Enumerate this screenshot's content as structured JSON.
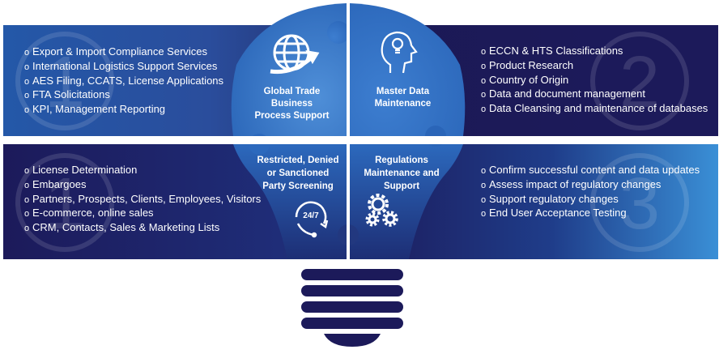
{
  "quadrants": [
    {
      "title": "Global Trade\nBusiness\nProcess Support",
      "icon": "globe-arrow-icon",
      "number": "1",
      "items": [
        "Export & Import Compliance Services",
        "International Logistics Support Services",
        "AES Filing, CCATS, License Applications",
        "FTA Solicitations",
        "KPI, Management Reporting"
      ]
    },
    {
      "title": "Master Data\nMaintenance",
      "icon": "head-lightbulb-icon",
      "number": "2",
      "items": [
        "ECCN & HTS Classifications",
        "Product Research",
        "Country of Origin",
        "Data and document management",
        "Data Cleansing and maintenance of databases"
      ]
    },
    {
      "title": "Restricted, Denied\nor Sanctioned\nParty Screening",
      "icon": "support-24-7-icon",
      "icon_text": "24/7",
      "number": "1",
      "items": [
        "License Determination",
        "Embargoes",
        "Partners, Prospects, Clients, Employees, Visitors",
        "E-commerce, online sales",
        "CRM, Contacts, Sales & Marketing Lists"
      ]
    },
    {
      "title": "Regulations\nMaintenance  and\nSupport",
      "icon": "gears-icon",
      "number": "3",
      "items": [
        "Confirm successful content and data updates",
        "Assess impact of regulatory changes",
        "Support regulatory changes",
        "End User Acceptance Testing"
      ]
    }
  ],
  "bullet": "o",
  "colors": {
    "navy": "#1c1a5a",
    "blue": "#1f4e9a",
    "light": "#3a8fd6",
    "white": "#ffffff"
  }
}
